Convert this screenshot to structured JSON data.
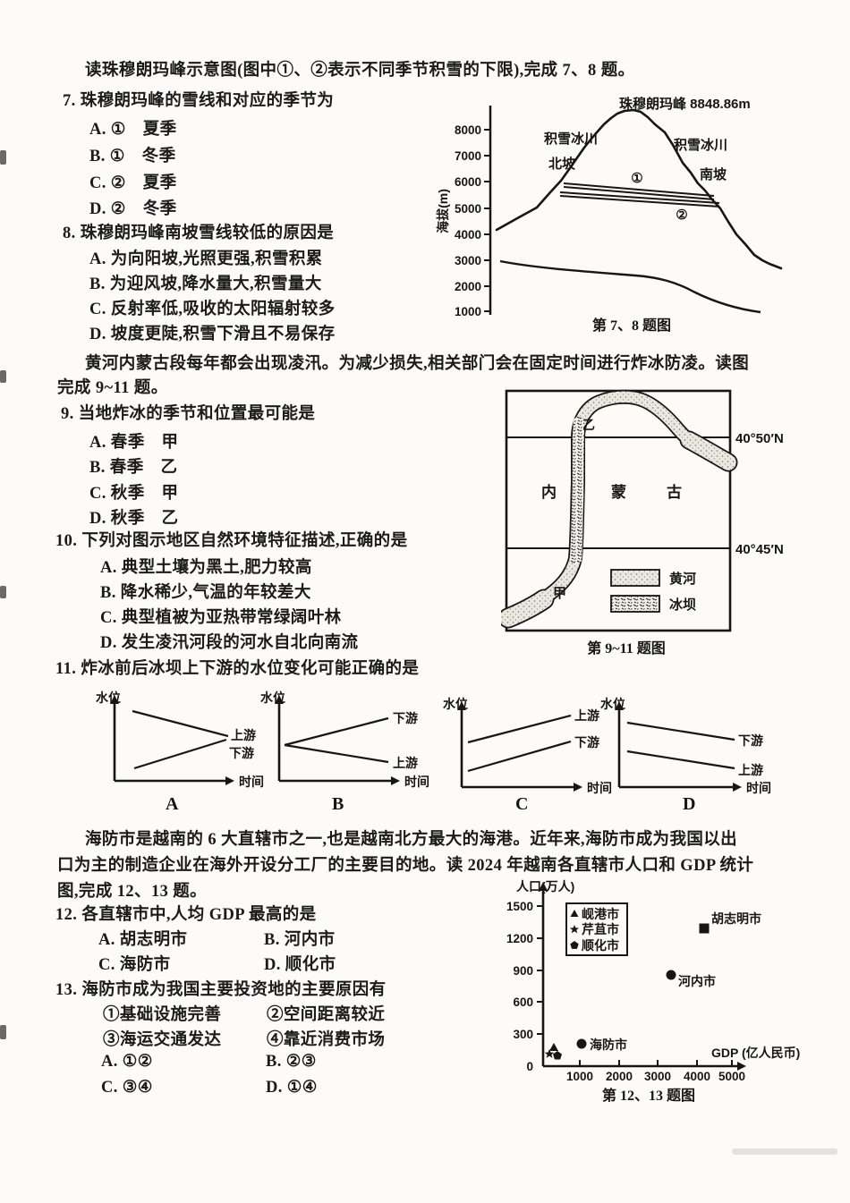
{
  "colors": {
    "ink": "#1b1b1b",
    "paper": "#fcfbf8"
  },
  "intro_78": "读珠穆朗玛峰示意图(图中①、②表示不同季节积雪的下限),完成 7、8 题。",
  "q7": {
    "stem": "7. 珠穆朗玛峰的雪线和对应的季节为",
    "options": [
      "A. ①　夏季",
      "B. ①　冬季",
      "C. ②　夏季",
      "D. ②　冬季"
    ]
  },
  "q8": {
    "stem": "8. 珠穆朗玛峰南坡雪线较低的原因是",
    "options": [
      "A. 为向阳坡,光照更强,积雪积累",
      "B. 为迎风坡,降水量大,积雪量大",
      "C. 反射率低,吸收的太阳辐射较多",
      "D. 坡度更陡,积雪下滑且不易保存"
    ]
  },
  "fig78": {
    "peak_label": "珠穆朗玛峰 8848.86m",
    "ylabel": "海拔(m)",
    "yticks": [
      "8000",
      "7000",
      "6000",
      "5000",
      "4000",
      "3000",
      "2000",
      "1000"
    ],
    "left_glacier": "积雪冰川",
    "north_slope": "北坡",
    "right_glacier": "积雪冰川",
    "south_slope": "南坡",
    "line1": "①",
    "line2": "②",
    "caption": "第 7、8 题图"
  },
  "intro_911_line1": "黄河内蒙古段每年都会出现凌汛。为减少损失,相关部门会在固定时间进行炸冰防凌。读图",
  "intro_911_line2": "完成 9~11 题。",
  "q9": {
    "stem": "9. 当地炸冰的季节和位置最可能是",
    "options": [
      "A. 春季　甲",
      "B. 春季　乙",
      "C. 秋季　甲",
      "D. 秋季　乙"
    ]
  },
  "q10": {
    "stem": "10. 下列对图示地区自然环境特征描述,正确的是",
    "options": [
      "A. 典型土壤为黑土,肥力较高",
      "B. 降水稀少,气温的年较差大",
      "C. 典型植被为亚热带常绿阔叶林",
      "D. 发生凌汛河段的河水自北向南流"
    ]
  },
  "fig911": {
    "lat_top": "40°50′N",
    "lat_bottom": "40°45′N",
    "region_1": "内",
    "region_2": "蒙",
    "region_3": "古",
    "point_jia": "甲",
    "point_yi": "乙",
    "legend_river": "黄河",
    "legend_ice": "冰坝",
    "caption": "第 9~11 题图"
  },
  "q11": {
    "stem": "11. 炸冰前后冰坝上下游的水位变化可能正确的是"
  },
  "fig11": {
    "ylabel": "水位",
    "xlabel": "时间",
    "panels": [
      {
        "letter": "A",
        "upper": "上游",
        "lower": "下游"
      },
      {
        "letter": "B",
        "upper": "下游",
        "lower": "上游"
      },
      {
        "letter": "C",
        "upper": "上游",
        "lower": "下游"
      },
      {
        "letter": "D",
        "upper": "下游",
        "lower": "上游"
      }
    ]
  },
  "intro_1213_line1": "海防市是越南的 6 大直辖市之一,也是越南北方最大的海港。近年来,海防市成为我国以出",
  "intro_1213_line2": "口为主的制造企业在海外开设分工厂的主要目的地。读 2024 年越南各直辖市人口和 GDP 统计",
  "intro_1213_line3": "图,完成 12、13 题。",
  "q12": {
    "stem": "12. 各直辖市中,人均 GDP 最高的是",
    "options": [
      "A. 胡志明市",
      "B. 河内市",
      "C. 海防市",
      "D. 顺化市"
    ]
  },
  "q13": {
    "stem": "13. 海防市成为我国主要投资地的主要原因有",
    "items": [
      "①基础设施完善",
      "②空间距离较近",
      "③海运交通发达",
      "④靠近消费市场"
    ],
    "options": [
      "A. ①②",
      "B. ②③",
      "C. ③④",
      "D. ①④"
    ]
  },
  "fig1213": {
    "ylabel": "人口(万人)",
    "xlabel": "GDP (亿人民币)",
    "yticks": [
      "1500",
      "1200",
      "900",
      "600",
      "300",
      "0"
    ],
    "xticks": [
      "1000",
      "2000",
      "3000",
      "4000",
      "5000"
    ],
    "legend": [
      "岘港市",
      "芹苴市",
      "顺化市"
    ],
    "pt_hcm": "胡志明市",
    "pt_hanoi": "河内市",
    "pt_haiphong": "海防市",
    "caption": "第 12、13 题图"
  },
  "chart_data": [
    {
      "type": "line",
      "title": "珠穆朗玛峰示意图(第7、8题图)",
      "ylabel": "海拔(m)",
      "ylim": [
        1000,
        9000
      ],
      "annotations": [
        "珠穆朗玛峰 8848.86m",
        "积雪冰川(北坡)",
        "积雪冰川(南坡)",
        "北坡",
        "南坡"
      ],
      "series": [
        {
          "name": "山体剖面",
          "note": "北坡自约4300m升至峰顶8848.86m,南坡降至约2900m"
        },
        {
          "name": "山前地形线",
          "note": "自约3000m缓降至约1100m"
        },
        {
          "name": "积雪下限①",
          "values": [
            6000,
            5500
          ],
          "note": "北坡端高,南坡端低"
        },
        {
          "name": "积雪下限②",
          "values": [
            5600,
            5200
          ],
          "note": "位于①下方"
        }
      ]
    },
    {
      "type": "line",
      "title": "第11题 水位-时间 选项图",
      "xlabel": "时间",
      "ylabel": "水位",
      "panels": [
        {
          "name": "A",
          "upstream": "下降",
          "downstream": "上升",
          "shape": "两线向右收敛"
        },
        {
          "name": "B",
          "upstream": "下降",
          "downstream": "上升",
          "shape": "两线自左侧一点向右发散"
        },
        {
          "name": "C",
          "upstream": "上升(上线)",
          "downstream": "上升(下线)",
          "shape": "两线平行上升"
        },
        {
          "name": "D",
          "upstream": "下降(下线)",
          "downstream": "下降(上线)",
          "shape": "两线平行下降"
        }
      ]
    },
    {
      "type": "scatter",
      "title": "2024年越南各直辖市人口和GDP统计图(第12、13题图)",
      "xlabel": "GDP (亿人民币)",
      "ylabel": "人口(万人)",
      "xlim": [
        0,
        5300
      ],
      "ylim": [
        0,
        1650
      ],
      "xticks": [
        1000,
        2000,
        3000,
        4000,
        5000
      ],
      "yticks": [
        0,
        300,
        600,
        900,
        1200,
        1500
      ],
      "legend_position": "upper-left",
      "series": [
        {
          "name": "胡志明市",
          "marker": "square",
          "points": [
            [
              4200,
              1280
            ]
          ]
        },
        {
          "name": "河内市",
          "marker": "circle",
          "points": [
            [
              3350,
              850
            ]
          ]
        },
        {
          "name": "海防市",
          "marker": "circle",
          "points": [
            [
              1050,
              210
            ]
          ]
        },
        {
          "name": "岘港市",
          "marker": "triangle",
          "points": [
            [
              300,
              130
            ]
          ]
        },
        {
          "name": "芹苴市",
          "marker": "star",
          "points": [
            [
              230,
              110
            ]
          ]
        },
        {
          "name": "顺化市",
          "marker": "pentagon",
          "points": [
            [
              380,
              100
            ]
          ]
        }
      ]
    }
  ]
}
